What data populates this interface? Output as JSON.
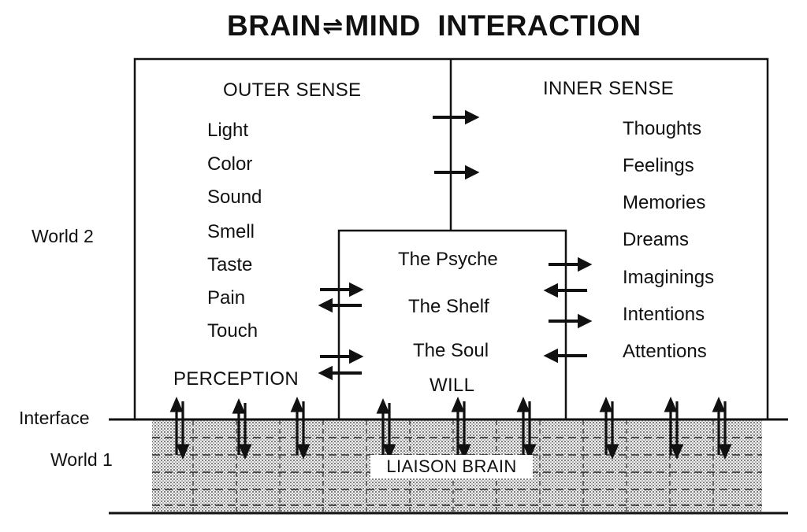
{
  "title": {
    "left": "BRAIN",
    "arrow": "⇌",
    "right": "MIND  INTERACTION"
  },
  "side_labels": {
    "world2": "World 2",
    "interface": "Interface",
    "world1": "World 1"
  },
  "outer": {
    "heading": "OUTER SENSE",
    "items": [
      "Light",
      "Color",
      "Sound",
      "Smell",
      "Taste",
      "Pain",
      "Touch"
    ],
    "footer": "PERCEPTION"
  },
  "inner": {
    "heading": "INNER SENSE",
    "items": [
      "Thoughts",
      "Feelings",
      "Memories",
      "Dreams",
      "Imaginings",
      "Intentions",
      "Attentions"
    ]
  },
  "center": {
    "items": [
      "The Psyche",
      "The Shelf",
      "The Soul"
    ],
    "footer": "WILL"
  },
  "brain": {
    "label": "LIAISON BRAIN"
  },
  "colors": {
    "ink": "#111111",
    "background": "#ffffff",
    "brain_pattern": "#6a6a6a"
  }
}
